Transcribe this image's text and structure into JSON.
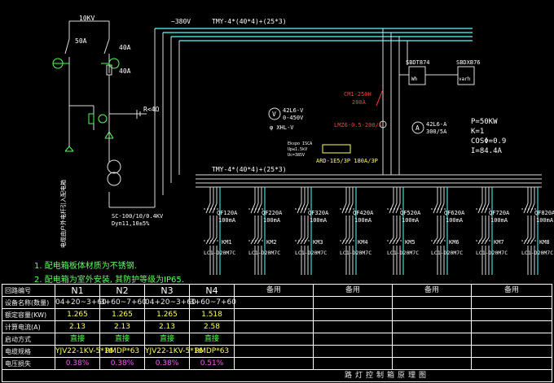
{
  "top": {
    "voltage_10kv": "10KV",
    "bus_label_380v": "~380V",
    "bus_label_tmy": "TMY-4*(40*4)+(25*3)"
  },
  "hv": {
    "fuse_50a": "50A",
    "switch_40a_top": "40A",
    "switch_40a_bot": "40A",
    "ground_res": "R<4Ω",
    "transformer": "SC-100/10/0.4KV",
    "transformer_conn": "Dyn11,10±5%",
    "vertical_text": "电缆由户外电杆引入配电箱"
  },
  "meters": {
    "v_label": "V",
    "v_model": "42L6-V",
    "v_range": "0-450V",
    "v_switch": "φ  XHL-V",
    "a_label": "A",
    "a_model": "42L6-A",
    "a_range": "300/5A",
    "wh_model": "SBDT874",
    "wh_box": "Wh",
    "varh_model": "SBDXB76",
    "varh_box": "varh"
  },
  "incomer": {
    "breaker": "CM1-250H",
    "breaker_rating": "200A",
    "ct": "LMZ6-0.5-200/5",
    "spd_label": "ARD-1E5/3P 180A/3P",
    "spd_small1": "Ekspo ISCA",
    "spd_small2": "Up≤1.5kV",
    "spd_small3": "Uc=385V"
  },
  "load": {
    "p": "P=50KW",
    "k": "K=1",
    "cos": "COSΦ=0.9",
    "i": "I=84.4A"
  },
  "bus2_label": "TMY-4*(40*4)+(25*3)",
  "feeders": [
    {
      "qf": "QF1",
      "rating": "20A",
      "rcd": "100mA",
      "km": "KM1",
      "contactor": "LC1-D20M7C"
    },
    {
      "qf": "QF2",
      "rating": "20A",
      "rcd": "100mA",
      "km": "KM2",
      "contactor": "LC1-D20M7C"
    },
    {
      "qf": "QF3",
      "rating": "20A",
      "rcd": "100mA",
      "km": "KM3",
      "contactor": "LC1-D20M7C"
    },
    {
      "qf": "QF4",
      "rating": "20A",
      "rcd": "100mA",
      "km": "KM4",
      "contactor": "LC1-D20M7C"
    },
    {
      "qf": "QF5",
      "rating": "20A",
      "rcd": "100mA",
      "km": "KM5",
      "contactor": "LC1-D20M7C"
    },
    {
      "qf": "QF6",
      "rating": "20A",
      "rcd": "100mA",
      "km": "KM6",
      "contactor": "LC1-D20M7C"
    },
    {
      "qf": "QF7",
      "rating": "20A",
      "rcd": "100mA",
      "km": "KM7",
      "contactor": "LC1-D20M7C"
    },
    {
      "qf": "QF8",
      "rating": "20A",
      "rcd": "100mA",
      "km": "KM8",
      "contactor": "LC1-D20M7C"
    }
  ],
  "notes": {
    "n1": "1.  配电箱板体材质为不锈钢.",
    "n2": "2.  配电箱为室外安装, 其防护等级为IP65."
  },
  "table": {
    "headers": [
      "回路编号",
      "N1",
      "N2",
      "N3",
      "N4",
      "备用",
      "备用",
      "备用",
      "备用"
    ],
    "rows": [
      {
        "label": "设备名称(数量)",
        "cells": [
          "04+20~3+60",
          "3+60~7+60",
          "04+20~3+60",
          "3+60~7+60",
          "",
          "",
          "",
          ""
        ]
      },
      {
        "label": "额定容量(KW)",
        "cells": [
          "1.265",
          "1.265",
          "1.265",
          "1.518",
          "",
          "",
          "",
          ""
        ]
      },
      {
        "label": "计算电流(A)",
        "cells": [
          "2.13",
          "2.13",
          "2.13",
          "2.58",
          "",
          "",
          "",
          ""
        ]
      },
      {
        "label": "启动方式",
        "cells": [
          "直接",
          "直接",
          "直接",
          "直接",
          "",
          "",
          "",
          ""
        ]
      },
      {
        "label": "电缆规格",
        "cells": [
          "YJV22-1KV-5*16",
          "RMDP*63",
          "YJV22-1KV-5*16",
          "RMDP*63",
          "",
          "",
          "",
          ""
        ]
      },
      {
        "label": "电压损失",
        "cells": [
          "0.38%",
          "0.38%",
          "0.38%",
          "0.51%",
          "",
          "",
          "",
          ""
        ]
      }
    ],
    "footer": "路灯控制箱原理图"
  }
}
